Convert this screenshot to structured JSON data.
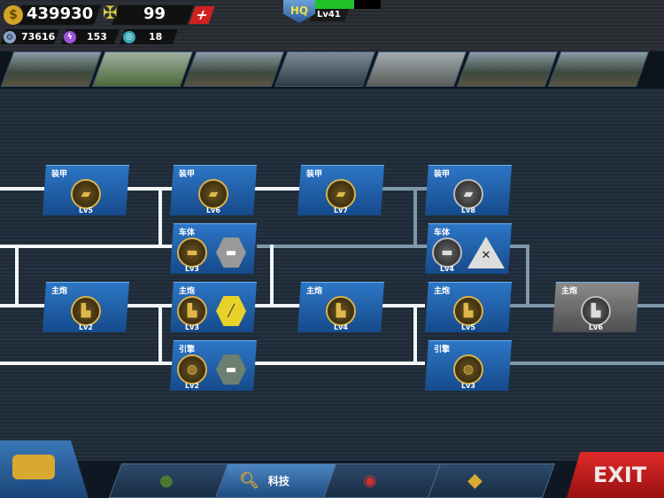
{
  "resources": {
    "gold": "439930",
    "medals": "99",
    "gears": "73616",
    "energy": "153",
    "parts": "18",
    "hq_label": "HQ",
    "hq_level": "Lv41",
    "hq_progress": 0.6
  },
  "tech_tree": {
    "nodes": [
      {
        "id": "armor5",
        "label": "装甲",
        "level": "Lv5",
        "icon": "armor-plate-icon"
      },
      {
        "id": "armor6",
        "label": "装甲",
        "level": "Lv6",
        "icon": "armor-plate-icon"
      },
      {
        "id": "armor7",
        "label": "装甲",
        "level": "Lv7",
        "icon": "armor-plate-icon"
      },
      {
        "id": "armor8",
        "label": "装甲",
        "level": "Lv8",
        "icon": "armor-plate-icon",
        "locked": true
      },
      {
        "id": "hull3",
        "label": "车体",
        "level": "Lv3",
        "icon": "tank-hull-icon"
      },
      {
        "id": "hull4",
        "label": "车体",
        "level": "Lv4",
        "icon": "tank-hull-icon",
        "locked": true
      },
      {
        "id": "gun2",
        "label": "主炮",
        "level": "Lv2",
        "icon": "main-gun-icon"
      },
      {
        "id": "gun3",
        "label": "主炮",
        "level": "Lv3",
        "icon": "main-gun-icon"
      },
      {
        "id": "gun4",
        "label": "主炮",
        "level": "Lv4",
        "icon": "main-gun-icon"
      },
      {
        "id": "gun5",
        "label": "主炮",
        "level": "Lv5",
        "icon": "main-gun-icon"
      },
      {
        "id": "gun6",
        "label": "主炮",
        "level": "Lv6",
        "icon": "main-gun-icon",
        "locked": true
      },
      {
        "id": "engine2",
        "label": "引擎",
        "level": "Lv2",
        "icon": "engine-track-icon"
      },
      {
        "id": "engine3",
        "label": "引擎",
        "level": "Lv3",
        "icon": "engine-track-icon"
      }
    ]
  },
  "nav": {
    "active_tab": "科技",
    "exit": "EXIT"
  },
  "colors": {
    "accent": "#2d76c6",
    "exit": "#c01818",
    "hq_bar": "#22c22a"
  }
}
